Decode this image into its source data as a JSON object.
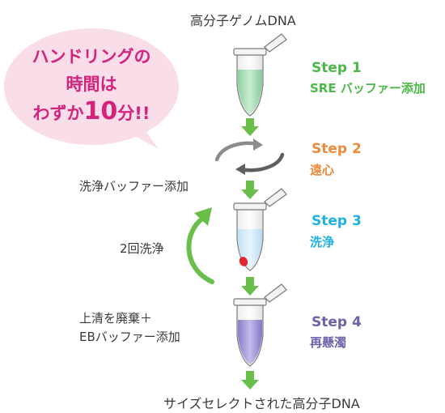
{
  "top_label": "高分子ゲノムDNA",
  "bottom_label": "サイズセレクトされた高分子DNA",
  "bubble": {
    "line1": "ハンドリングの",
    "line2": "時間は",
    "line3_prefix": "わずか",
    "line3_big": "10",
    "line3_suffix": "分!!"
  },
  "steps": [
    {
      "title": "Step 1",
      "desc": "SRE バッファー添加",
      "color": "#4cb848"
    },
    {
      "title": "Step 2",
      "desc": "遠心",
      "color": "#ee8a3a"
    },
    {
      "title": "Step 3",
      "desc": "洗浄",
      "color": "#1fb1e0"
    },
    {
      "title": "Step 4",
      "desc": "再懸濁",
      "color": "#6b62a8"
    }
  ],
  "side_labels": {
    "wash_buffer": "洗浄バッファー添加",
    "wash_twice": "2回洗浄",
    "discard_line1": "上清を廃棄＋",
    "discard_line2": "EBバッファー添加"
  },
  "colors": {
    "arrow_green": "#6abf4b",
    "bubble_fill": "#f9dde8",
    "bubble_text": "#d2237d",
    "tube1_liquid": "#9fd8b0",
    "tube3_liquid": "#cfe9f7",
    "pellet": "#e0262c",
    "tube4_liquid": "#9d8fd2"
  }
}
